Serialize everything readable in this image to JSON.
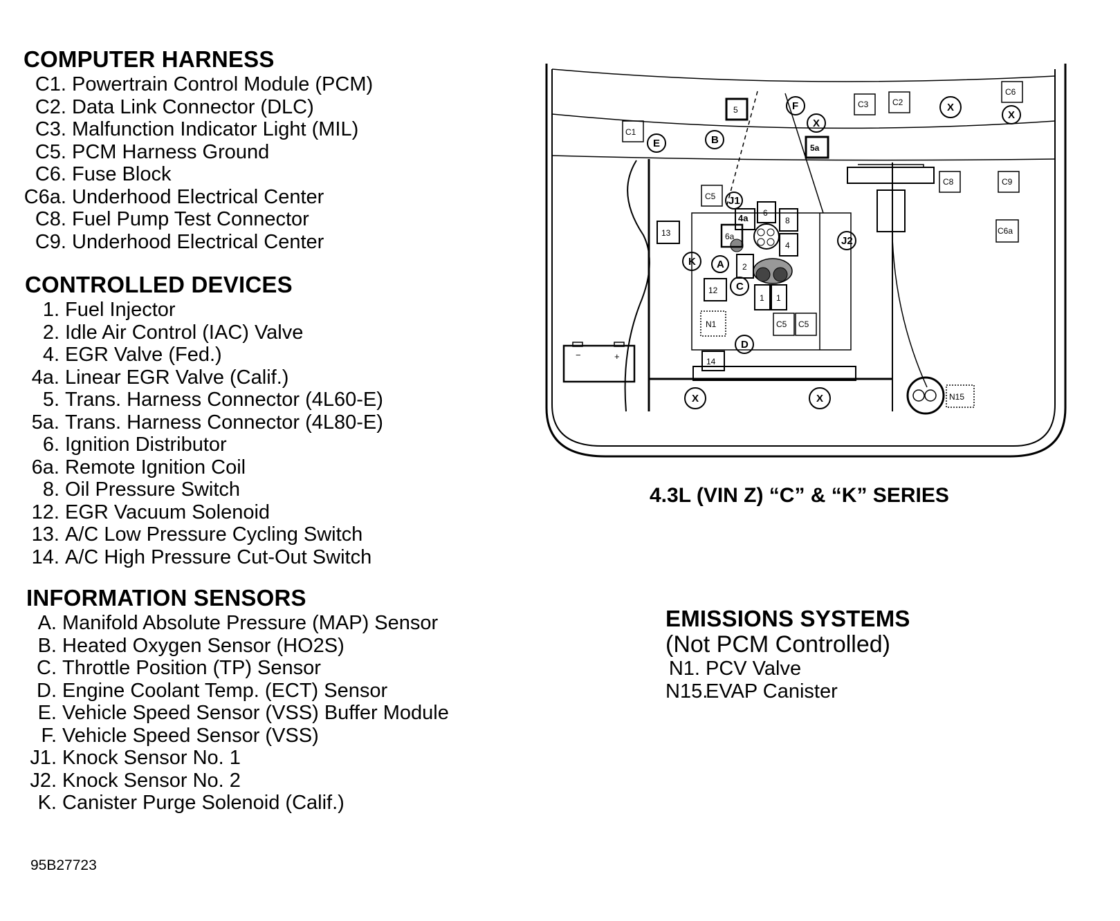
{
  "computer_harness": {
    "title": "COMPUTER HARNESS",
    "items": [
      {
        "code": "C1.",
        "label": "Powertrain Control Module (PCM)"
      },
      {
        "code": "C2.",
        "label": "Data Link Connector (DLC)"
      },
      {
        "code": "C3.",
        "label": "Malfunction Indicator Light (MIL)"
      },
      {
        "code": "C5.",
        "label": "PCM Harness Ground"
      },
      {
        "code": "C6.",
        "label": "Fuse Block"
      },
      {
        "code": "C6a.",
        "label": "Underhood Electrical Center"
      },
      {
        "code": "C8.",
        "label": "Fuel Pump Test Connector"
      },
      {
        "code": "C9.",
        "label": "Underhood Electrical Center"
      }
    ]
  },
  "controlled_devices": {
    "title": "CONTROLLED DEVICES",
    "items": [
      {
        "code": "1.",
        "label": "Fuel Injector"
      },
      {
        "code": "2.",
        "label": "Idle Air Control (IAC) Valve"
      },
      {
        "code": "4.",
        "label": "EGR Valve (Fed.)"
      },
      {
        "code": "4a.",
        "label": "Linear EGR Valve (Calif.)"
      },
      {
        "code": "5.",
        "label": "Trans. Harness Connector (4L60-E)"
      },
      {
        "code": "5a.",
        "label": "Trans. Harness Connector (4L80-E)"
      },
      {
        "code": "6.",
        "label": "Ignition Distributor"
      },
      {
        "code": "6a.",
        "label": "Remote Ignition Coil"
      },
      {
        "code": "8.",
        "label": "Oil Pressure Switch"
      },
      {
        "code": "12.",
        "label": "EGR Vacuum Solenoid"
      },
      {
        "code": "13.",
        "label": "A/C Low Pressure Cycling Switch"
      },
      {
        "code": "14.",
        "label": "A/C High Pressure Cut-Out Switch"
      }
    ]
  },
  "information_sensors": {
    "title": "INFORMATION SENSORS",
    "items": [
      {
        "code": "A.",
        "label": "Manifold Absolute Pressure (MAP) Sensor"
      },
      {
        "code": "B.",
        "label": "Heated Oxygen Sensor (HO2S)"
      },
      {
        "code": "C.",
        "label": "Throttle Position (TP) Sensor"
      },
      {
        "code": "D.",
        "label": "Engine Coolant Temp. (ECT) Sensor"
      },
      {
        "code": "E.",
        "label": "Vehicle Speed Sensor (VSS) Buffer Module"
      },
      {
        "code": "F.",
        "label": "Vehicle Speed Sensor (VSS)"
      },
      {
        "code": "J1.",
        "label": "Knock Sensor No. 1"
      },
      {
        "code": "J2.",
        "label": "Knock Sensor No. 2"
      },
      {
        "code": "K.",
        "label": "Canister Purge Solenoid (Calif.)"
      }
    ]
  },
  "emissions_systems": {
    "title": "EMISSIONS SYSTEMS",
    "subtitle": "(Not PCM Controlled)",
    "items": [
      {
        "code": "N1.",
        "label": "PCV Valve"
      },
      {
        "code": "N15.",
        "label": "EVAP Canister"
      }
    ]
  },
  "diagram": {
    "caption": "4.3L (VIN Z) “C” & “K” SERIES",
    "labels": {
      "C1": "C1",
      "C2": "C2",
      "C3": "C3",
      "C5": "C5",
      "C6": "C6",
      "C6a": "C6a",
      "C8": "C8",
      "C9": "C9",
      "n1": "1",
      "n2": "2",
      "n4": "4",
      "n4a": "4a",
      "n5": "5",
      "n5a": "5a",
      "n6": "6",
      "n6a": "6a",
      "n8": "8",
      "n12": "12",
      "n13": "13",
      "n14": "14",
      "N1": "N1",
      "N15": "N15",
      "A": "A",
      "B": "B",
      "C": "C",
      "D": "D",
      "E": "E",
      "F": "F",
      "K": "K",
      "J1": "J1",
      "J2": "J2",
      "X": "X",
      "minus": "−",
      "plus": "+"
    }
  },
  "figure_code": "95B27723"
}
